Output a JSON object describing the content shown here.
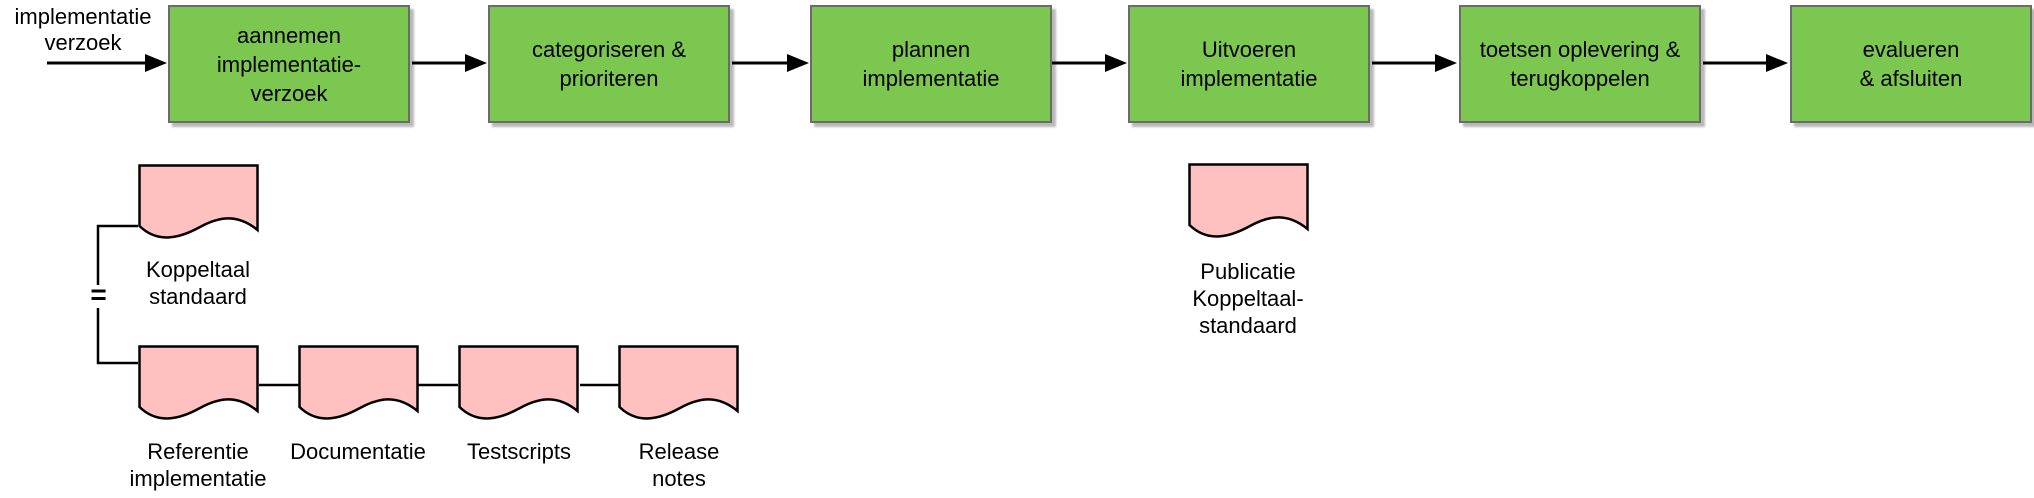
{
  "diagram": {
    "start_label": "implementatie\nverzoek",
    "equals_label": "=",
    "process_steps": [
      {
        "label": "aannemen\nimplementatie-\nverzoek"
      },
      {
        "label": "categoriseren &\nprioriteren"
      },
      {
        "label": "plannen\nimplementatie"
      },
      {
        "label": "Uitvoeren\nimplementatie"
      },
      {
        "label": "toetsen oplevering &\nterugkoppelen"
      },
      {
        "label": "evalueren\n& afsluiten"
      }
    ],
    "documents": [
      {
        "label": "Koppeltaal\nstandaard"
      },
      {
        "label": "Referentie\nimplementatie"
      },
      {
        "label": "Documentatie"
      },
      {
        "label": "Testscripts"
      },
      {
        "label": "Release\nnotes"
      },
      {
        "label": "Publicatie\nKoppeltaal-\nstandaard"
      }
    ],
    "colors": {
      "process_fill": "#7CC74F",
      "process_border": "#6b6b6b",
      "document_fill": "#FFC0C0",
      "document_border": "#000000",
      "connector": "#000000",
      "shadow": "#C0C0C0"
    }
  }
}
